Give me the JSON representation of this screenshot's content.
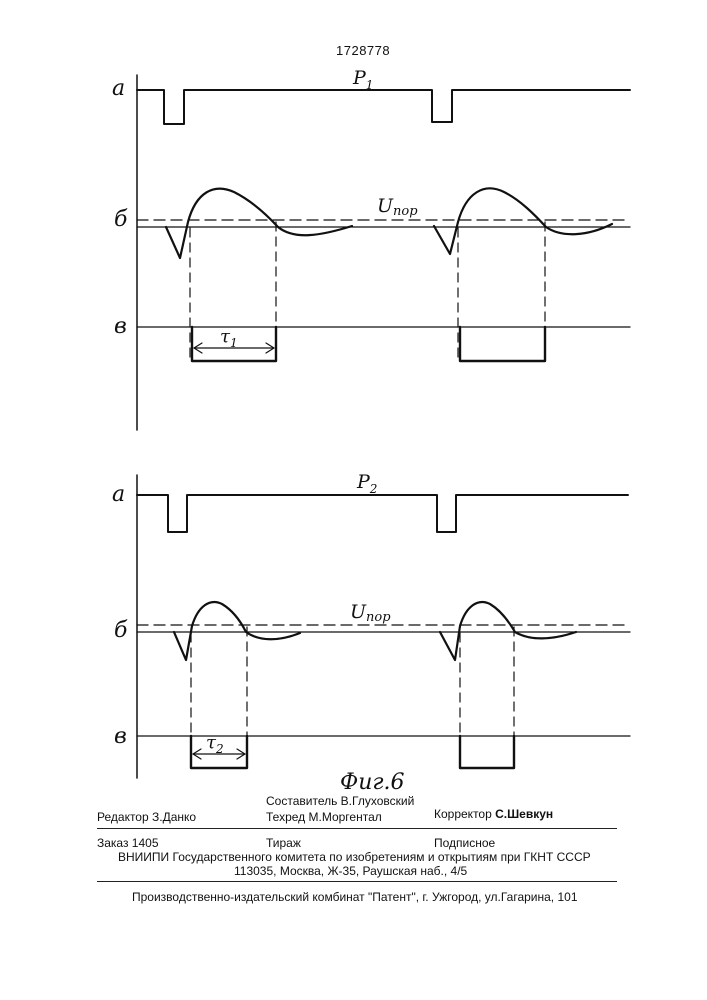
{
  "patent_number": "1728778",
  "figure": {
    "caption": "Фиг.6",
    "panel1": {
      "label_a": "a",
      "label_b": "б",
      "label_v": "в",
      "label_p": "P",
      "label_p_sub": "1",
      "label_u": "U",
      "label_u_sub": "пор",
      "label_tau": "τ",
      "label_tau_sub": "1"
    },
    "panel2": {
      "label_a": "a",
      "label_b": "б",
      "label_v": "в",
      "label_p": "P",
      "label_p_sub": "2",
      "label_u": "U",
      "label_u_sub": "пор",
      "label_tau": "τ",
      "label_tau_sub": "2"
    }
  },
  "footer": {
    "editor": "Редактор  З.Данко",
    "compiler": "Составитель  В.Глуховский",
    "techred": "Техред М.Моргентал",
    "corrector_label": "Корректор",
    "corrector_name": "С.Шевкун",
    "order": "Заказ  1405",
    "circulation": "Тираж",
    "subscription": "Подписное",
    "vniipi": "ВНИИПИ Государственного комитета по изобретениям и открытиям при ГКНТ СССР",
    "address": "113035, Москва, Ж-35, Раушская наб., 4/5",
    "publisher": "Производственно-издательский комбинат \"Патент\", г. Ужгород, ул.Гагарина, 101"
  }
}
